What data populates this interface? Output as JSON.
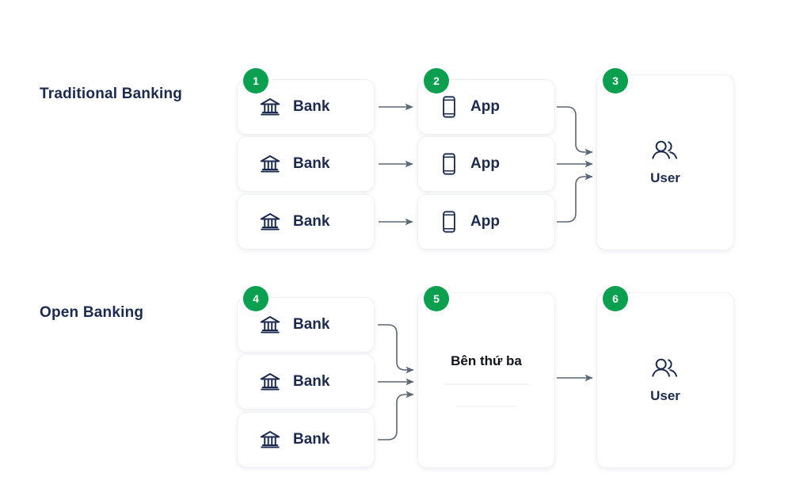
{
  "sections": [
    {
      "id": "traditional",
      "label": "Traditional Banking"
    },
    {
      "id": "open",
      "label": "Open Banking"
    }
  ],
  "traditional": {
    "banks": [
      {
        "label": "Bank",
        "icon": "bank-icon",
        "badge": "1"
      },
      {
        "label": "Bank",
        "icon": "bank-icon",
        "badge": ""
      },
      {
        "label": "Bank",
        "icon": "bank-icon",
        "badge": ""
      }
    ],
    "apps": [
      {
        "label": "App",
        "icon": "mobile-phone-icon",
        "badge": "2"
      },
      {
        "label": "App",
        "icon": "mobile-phone-icon",
        "badge": ""
      },
      {
        "label": "App",
        "icon": "mobile-phone-icon",
        "badge": ""
      }
    ],
    "user": {
      "label": "User",
      "icon": "users-icon",
      "badge": "3"
    }
  },
  "open": {
    "banks": [
      {
        "label": "Bank",
        "icon": "bank-icon",
        "badge": "4"
      },
      {
        "label": "Bank",
        "icon": "bank-icon",
        "badge": ""
      },
      {
        "label": "Bank",
        "icon": "bank-icon",
        "badge": ""
      }
    ],
    "third_party": {
      "title": "Bên thứ ba",
      "badge": "5"
    },
    "user": {
      "label": "User",
      "icon": "users-icon",
      "badge": "6"
    }
  },
  "colors": {
    "badge_green": "#0aa050",
    "text_navy": "#1b2a4e",
    "arrow_gray": "#6b7280",
    "card_border": "#f0f1f3",
    "page_background": "#ffffff"
  }
}
